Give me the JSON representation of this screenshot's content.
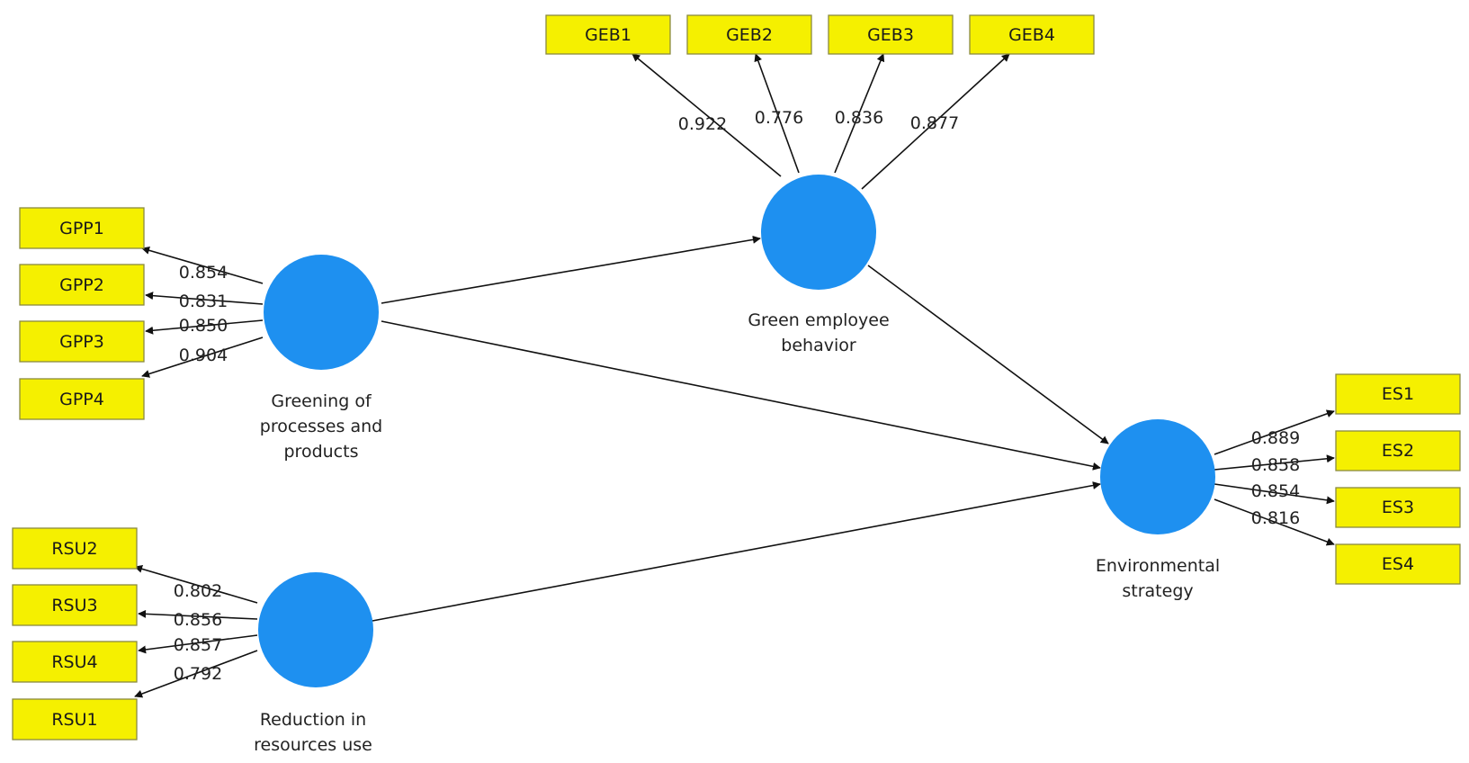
{
  "constructs": {
    "gpp": {
      "label_lines": [
        "Greening of",
        "processes and",
        "products"
      ]
    },
    "geb": {
      "label_lines": [
        "Green employee",
        "behavior"
      ]
    },
    "es": {
      "label_lines": [
        "Environmental",
        "strategy"
      ]
    },
    "rsu": {
      "label_lines": [
        "Reduction in",
        "resources use"
      ]
    }
  },
  "indicators": {
    "gpp": [
      {
        "label": "GPP1",
        "loading": "0.854"
      },
      {
        "label": "GPP2",
        "loading": "0.831"
      },
      {
        "label": "GPP3",
        "loading": "0.850"
      },
      {
        "label": "GPP4",
        "loading": "0.904"
      }
    ],
    "geb": [
      {
        "label": "GEB1",
        "loading": "0.922"
      },
      {
        "label": "GEB2",
        "loading": "0.776"
      },
      {
        "label": "GEB3",
        "loading": "0.836"
      },
      {
        "label": "GEB4",
        "loading": "0.877"
      }
    ],
    "es": [
      {
        "label": "ES1",
        "loading": "0.889"
      },
      {
        "label": "ES2",
        "loading": "0.858"
      },
      {
        "label": "ES3",
        "loading": "0.854"
      },
      {
        "label": "ES4",
        "loading": "0.816"
      }
    ],
    "rsu": [
      {
        "label": "RSU2",
        "loading": "0.802"
      },
      {
        "label": "RSU3",
        "loading": "0.856"
      },
      {
        "label": "RSU4",
        "loading": "0.857"
      },
      {
        "label": "RSU1",
        "loading": "0.792"
      }
    ]
  },
  "colors": {
    "construct_fill": "#1e90f0",
    "indicator_fill": "#f5f000",
    "line": "#111111"
  }
}
